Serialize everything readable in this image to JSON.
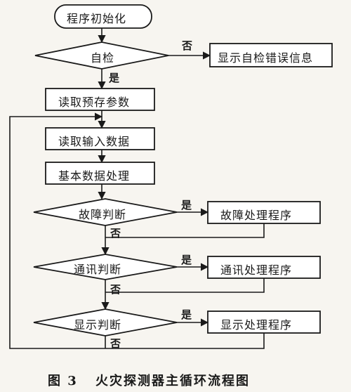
{
  "flowchart": {
    "nodes": {
      "start": "程序初始化",
      "self_check": "自检",
      "show_error": "显示自检错误信息",
      "read_preset": "读取预存参数",
      "read_input": "读取输入数据",
      "basic_process": "基本数据处理",
      "fault_judge": "故障判断",
      "fault_handler": "故障处理程序",
      "comm_judge": "通讯判断",
      "comm_handler": "通讯处理程序",
      "display_judge": "显示判断",
      "display_handler": "显示处理程序"
    },
    "edge_labels": {
      "self_check_no": "否",
      "self_check_yes": "是",
      "fault_yes": "是",
      "fault_no": "否",
      "comm_yes": "是",
      "comm_no": "否",
      "display_yes": "是",
      "display_no": "否"
    }
  },
  "caption": {
    "number": "图 3",
    "title": "火灾探测器主循环流程图"
  },
  "colors": {
    "line": "#1a1a1a",
    "background": "#f7f5f0",
    "fill": "#ffffff"
  }
}
